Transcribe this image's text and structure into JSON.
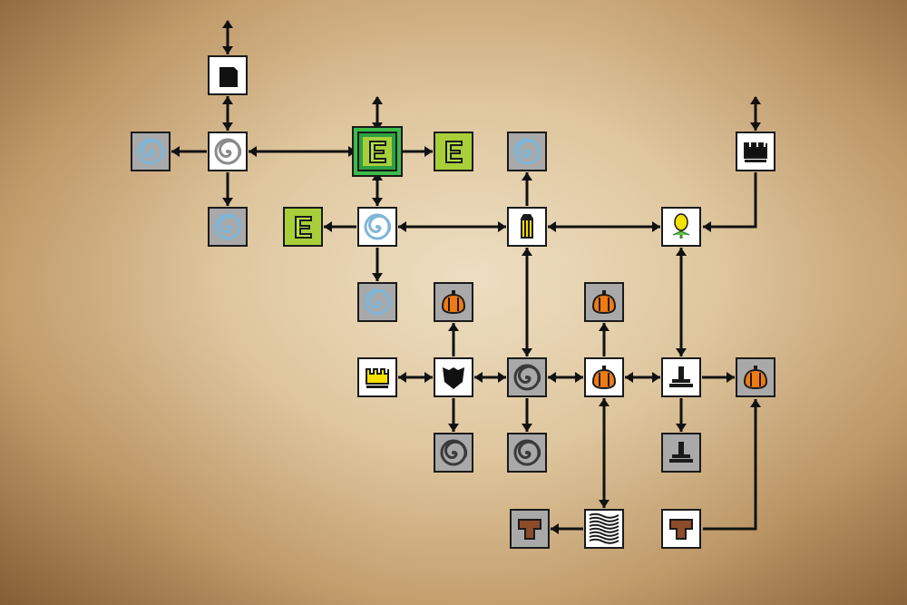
{
  "map": {
    "background": "aged-parchment",
    "colors": {
      "line": "#111111",
      "tile_white": "#ffffff",
      "tile_gray": "#a9a9a9",
      "tile_green": "#2ea043",
      "tile_lime": "#a8cf3a",
      "current_frame": "#3dbb4a"
    },
    "rooms": [
      {
        "id": "r01",
        "icon": "black-box-icon",
        "style": "white"
      },
      {
        "id": "r02",
        "icon": "blue-swirl-icon",
        "style": "gray"
      },
      {
        "id": "r03",
        "icon": "gray-swirl-icon",
        "style": "white"
      },
      {
        "id": "r04",
        "icon": "e-icon",
        "style": "current"
      },
      {
        "id": "r05",
        "icon": "e-icon",
        "style": "lime"
      },
      {
        "id": "r06",
        "icon": "blue-swirl-icon",
        "style": "gray"
      },
      {
        "id": "r07",
        "icon": "black-crown-icon",
        "style": "white"
      },
      {
        "id": "r08",
        "icon": "blue-swirl-icon",
        "style": "gray"
      },
      {
        "id": "r09",
        "icon": "e-icon",
        "style": "lime"
      },
      {
        "id": "r10",
        "icon": "blue-swirl-icon",
        "style": "white"
      },
      {
        "id": "r11",
        "icon": "yellow-pillar-icon",
        "style": "white"
      },
      {
        "id": "r12",
        "icon": "yellow-flower-icon",
        "style": "white"
      },
      {
        "id": "r13",
        "icon": "blue-swirl-icon",
        "style": "gray"
      },
      {
        "id": "r14",
        "icon": "orange-pumpkin-icon",
        "style": "gray"
      },
      {
        "id": "r15",
        "icon": "orange-pumpkin-icon",
        "style": "gray"
      },
      {
        "id": "r16",
        "icon": "yellow-crown-icon",
        "style": "white"
      },
      {
        "id": "r17",
        "icon": "black-shield-icon",
        "style": "white"
      },
      {
        "id": "r18",
        "icon": "dark-swirl-icon",
        "style": "gray"
      },
      {
        "id": "r19",
        "icon": "orange-pumpkin-icon",
        "style": "white"
      },
      {
        "id": "r20",
        "icon": "black-anvil-icon",
        "style": "white"
      },
      {
        "id": "r21",
        "icon": "orange-pumpkin-icon",
        "style": "gray"
      },
      {
        "id": "r22",
        "icon": "dark-swirl-icon",
        "style": "gray"
      },
      {
        "id": "r23",
        "icon": "dark-swirl-icon",
        "style": "gray"
      },
      {
        "id": "r24",
        "icon": "black-anvil-icon",
        "style": "gray"
      },
      {
        "id": "r25",
        "icon": "brown-table-icon",
        "style": "gray"
      },
      {
        "id": "r26",
        "icon": "static-noise-icon",
        "style": "white"
      },
      {
        "id": "r27",
        "icon": "brown-table-icon",
        "style": "white"
      }
    ],
    "links": [
      {
        "from": "r01",
        "to": "r03",
        "type": "two-way"
      },
      {
        "from": "r03",
        "to": "r02",
        "type": "one-way"
      },
      {
        "from": "r03",
        "to": "r04",
        "type": "two-way"
      },
      {
        "from": "r03",
        "to": "r08",
        "type": "one-way"
      },
      {
        "from": "r04",
        "to": "r05",
        "type": "one-way"
      },
      {
        "from": "r04",
        "to": "r10",
        "type": "two-way"
      },
      {
        "from": "r10",
        "to": "r09",
        "type": "one-way"
      },
      {
        "from": "r10",
        "to": "r11",
        "type": "two-way"
      },
      {
        "from": "r10",
        "to": "r13",
        "type": "one-way"
      },
      {
        "from": "r11",
        "to": "r06",
        "type": "one-way"
      },
      {
        "from": "r11",
        "to": "r12",
        "type": "two-way"
      },
      {
        "from": "r11",
        "to": "r18",
        "type": "two-way"
      },
      {
        "from": "r07",
        "to": "r12",
        "type": "one-way"
      },
      {
        "from": "r12",
        "to": "r20",
        "type": "two-way"
      },
      {
        "from": "r16",
        "to": "r17",
        "type": "two-way"
      },
      {
        "from": "r17",
        "to": "r14",
        "type": "one-way"
      },
      {
        "from": "r17",
        "to": "r18",
        "type": "two-way"
      },
      {
        "from": "r17",
        "to": "r22",
        "type": "one-way"
      },
      {
        "from": "r18",
        "to": "r19",
        "type": "two-way"
      },
      {
        "from": "r18",
        "to": "r23",
        "type": "one-way"
      },
      {
        "from": "r19",
        "to": "r15",
        "type": "one-way"
      },
      {
        "from": "r19",
        "to": "r20",
        "type": "two-way"
      },
      {
        "from": "r19",
        "to": "r26",
        "type": "two-way"
      },
      {
        "from": "r20",
        "to": "r21",
        "type": "one-way"
      },
      {
        "from": "r20",
        "to": "r24",
        "type": "one-way"
      },
      {
        "from": "r26",
        "to": "r25",
        "type": "one-way"
      },
      {
        "from": "r27",
        "to": "r21",
        "type": "one-way"
      },
      {
        "from": "r01",
        "to": "up",
        "type": "exit"
      },
      {
        "from": "r04",
        "to": "up",
        "type": "exit"
      },
      {
        "from": "r07",
        "to": "up",
        "type": "exit"
      }
    ]
  }
}
